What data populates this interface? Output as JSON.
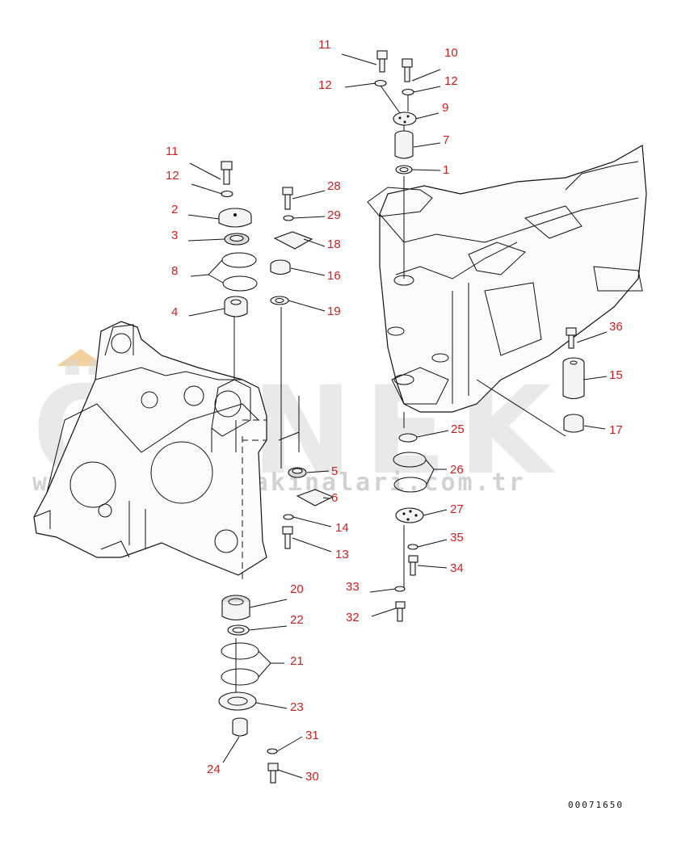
{
  "callouts": [
    {
      "id": "c11a",
      "text": "11"
    },
    {
      "id": "c10",
      "text": "10"
    },
    {
      "id": "c12a",
      "text": "12"
    },
    {
      "id": "c12b",
      "text": "12"
    },
    {
      "id": "c9",
      "text": "9"
    },
    {
      "id": "c7",
      "text": "7"
    },
    {
      "id": "c1",
      "text": "1"
    },
    {
      "id": "c11b",
      "text": "11"
    },
    {
      "id": "c12c",
      "text": "12"
    },
    {
      "id": "c2",
      "text": "2"
    },
    {
      "id": "c3",
      "text": "3"
    },
    {
      "id": "c8",
      "text": "8"
    },
    {
      "id": "c4",
      "text": "4"
    },
    {
      "id": "c28",
      "text": "28"
    },
    {
      "id": "c29",
      "text": "29"
    },
    {
      "id": "c18",
      "text": "18"
    },
    {
      "id": "c16",
      "text": "16"
    },
    {
      "id": "c19",
      "text": "19"
    },
    {
      "id": "c36",
      "text": "36"
    },
    {
      "id": "c15",
      "text": "15"
    },
    {
      "id": "c17",
      "text": "17"
    },
    {
      "id": "c25",
      "text": "25"
    },
    {
      "id": "c26",
      "text": "26"
    },
    {
      "id": "c5",
      "text": "5"
    },
    {
      "id": "c6",
      "text": "6"
    },
    {
      "id": "c14",
      "text": "14"
    },
    {
      "id": "c13",
      "text": "13"
    },
    {
      "id": "c27",
      "text": "27"
    },
    {
      "id": "c35",
      "text": "35"
    },
    {
      "id": "c34",
      "text": "34"
    },
    {
      "id": "c33",
      "text": "33"
    },
    {
      "id": "c32",
      "text": "32"
    },
    {
      "id": "c20",
      "text": "20"
    },
    {
      "id": "c22",
      "text": "22"
    },
    {
      "id": "c21",
      "text": "21"
    },
    {
      "id": "c23",
      "text": "23"
    },
    {
      "id": "c31",
      "text": "31"
    },
    {
      "id": "c24",
      "text": "24"
    },
    {
      "id": "c30",
      "text": "30"
    }
  ],
  "reference_number": "00071650",
  "watermark": {
    "brand": "ÖRNEK",
    "url": "www.ornekiısmakinalari.com.tr"
  },
  "colors": {
    "callout": "#cc1f1f",
    "line": "#111111",
    "watermark": "#d8d8d8",
    "watermark_accent": "#e8a33a"
  }
}
